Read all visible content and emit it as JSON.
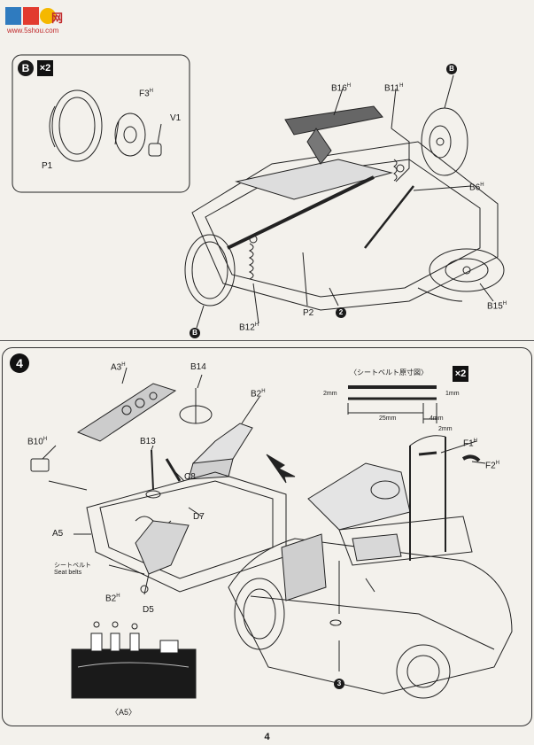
{
  "watermark": {
    "brand": "网",
    "url": "www.5shou.com"
  },
  "step_b": {
    "badge": "B",
    "multiplier": "×2",
    "parts": {
      "f3": "F3",
      "v1": "V1",
      "p1": "P1"
    }
  },
  "top_labels": {
    "b16": "B16",
    "b11": "B11",
    "b6": "B6",
    "b15": "B15",
    "b12": "B12",
    "p2": "P2",
    "b_marker": "B",
    "circle2": "2"
  },
  "step_4": {
    "badge": "4",
    "parts": {
      "a3": "A3",
      "b14": "B14",
      "b2_top": "B2",
      "b10": "B10",
      "b13": "B13",
      "c8": "C8",
      "d7": "D7",
      "a5": "A5",
      "b2_bottom": "B2",
      "d5": "D5",
      "f1": "F1",
      "f2": "F2",
      "circle3": "3"
    },
    "seatbelt_label_jp": "シートベルト",
    "seatbelt_label_en": "Seat belts",
    "seatbelt_chart": {
      "title": "〈シートベルト原寸図〉",
      "multiplier": "×2",
      "dim_2mm_left": "2mm",
      "dim_1mm_right": "1mm",
      "dim_25mm": "25mm",
      "dim_4mm": "4mm",
      "dim_2mm_bottom": "2mm"
    },
    "a5_detail_caption": "〈A5〉"
  },
  "page_number": "4"
}
